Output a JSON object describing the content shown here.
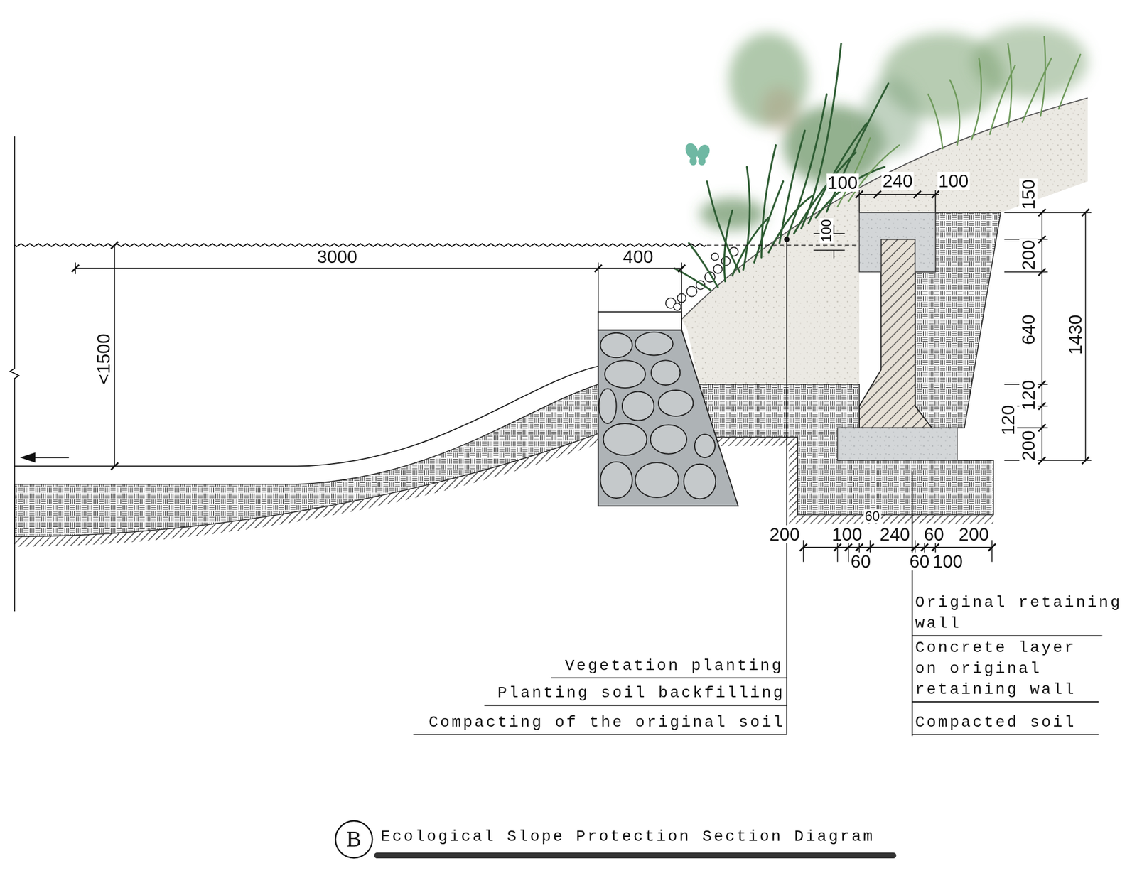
{
  "diagram": {
    "title": "Ecological Slope Protection Section Diagram",
    "nodes": [
      {
        "text": [
          "B"
        ]
      }
    ],
    "labels": [
      "100",
      "240",
      "100",
      "150",
      "100",
      "3000",
      "400",
      "200",
      "640",
      "1430",
      "<1500",
      "120",
      "120",
      "200",
      "60",
      "200",
      "100",
      "240",
      "60",
      "200",
      "60",
      "60",
      "100",
      "Original retaining wall",
      "Vegetation planting",
      "Concrete layer on original retaining wall",
      "Planting soil backfilling",
      "Compacting of the original soil",
      "Compacted soil"
    ]
  }
}
